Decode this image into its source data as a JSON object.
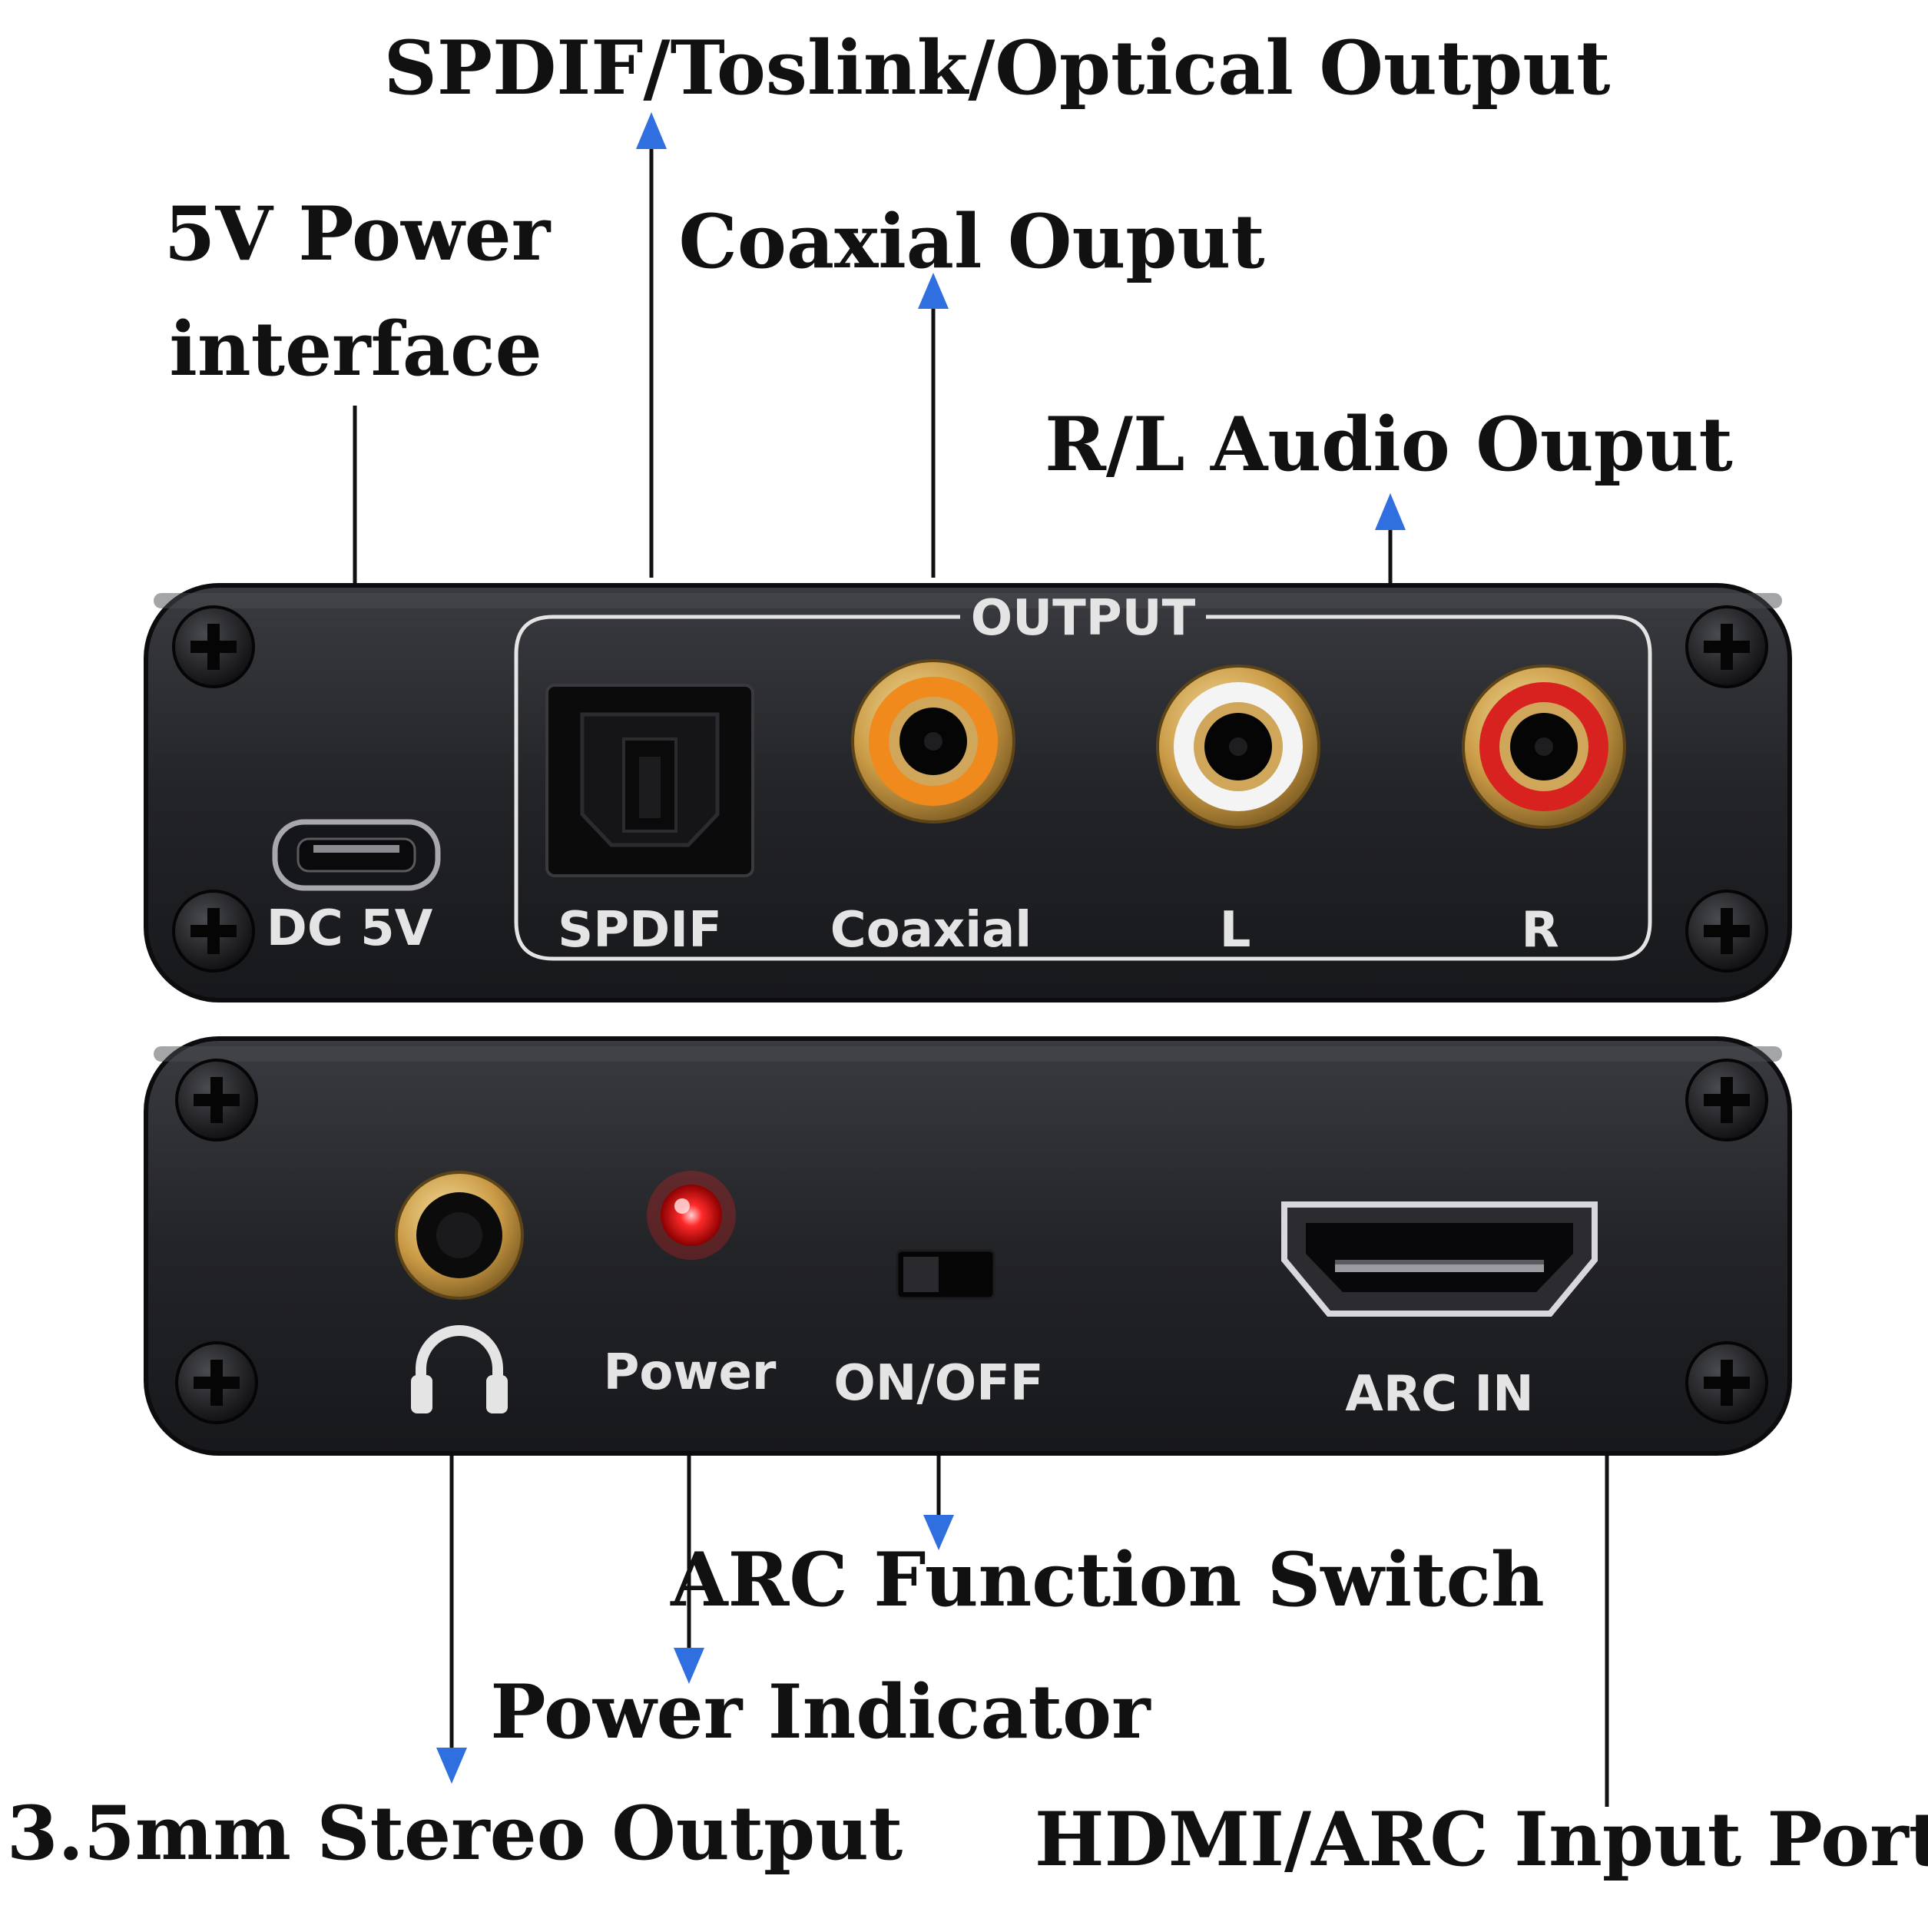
{
  "callouts": {
    "optical": "SPDIF/Toslink/Optical Output",
    "power_line1": "5V Power",
    "power_line2": "interface",
    "coaxial": "Coaxial Ouput",
    "rl_audio": "R/L Audio Ouput",
    "arc_switch": "ARC Function Switch",
    "power_indicator": "Power  Indicator",
    "stereo": "3.5mm Stereo Output",
    "hdmi_arc": "HDMI/ARC Input Port"
  },
  "front_panel": {
    "output_group_label": "OUTPUT",
    "dc_label": "DC 5V",
    "spdif_label": "SPDIF",
    "coaxial_label": "Coaxial",
    "l_label": "L",
    "r_label": "R"
  },
  "back_panel": {
    "power_label": "Power",
    "switch_label": "ON/OFF",
    "arc_label": "ARC IN"
  },
  "icons": {
    "headphone": "headphone-icon",
    "screw": "screw-icon",
    "arrow": "arrow-head-icon"
  },
  "colors": {
    "arrow": "#2f6fe0",
    "panel": "#26272b",
    "coax_insulator": "#f08a1c",
    "left_insulator": "#f4f4f4",
    "right_insulator": "#d8221f",
    "gold": "#c99a45",
    "led": "#ff1e1e",
    "text": "#111111"
  }
}
